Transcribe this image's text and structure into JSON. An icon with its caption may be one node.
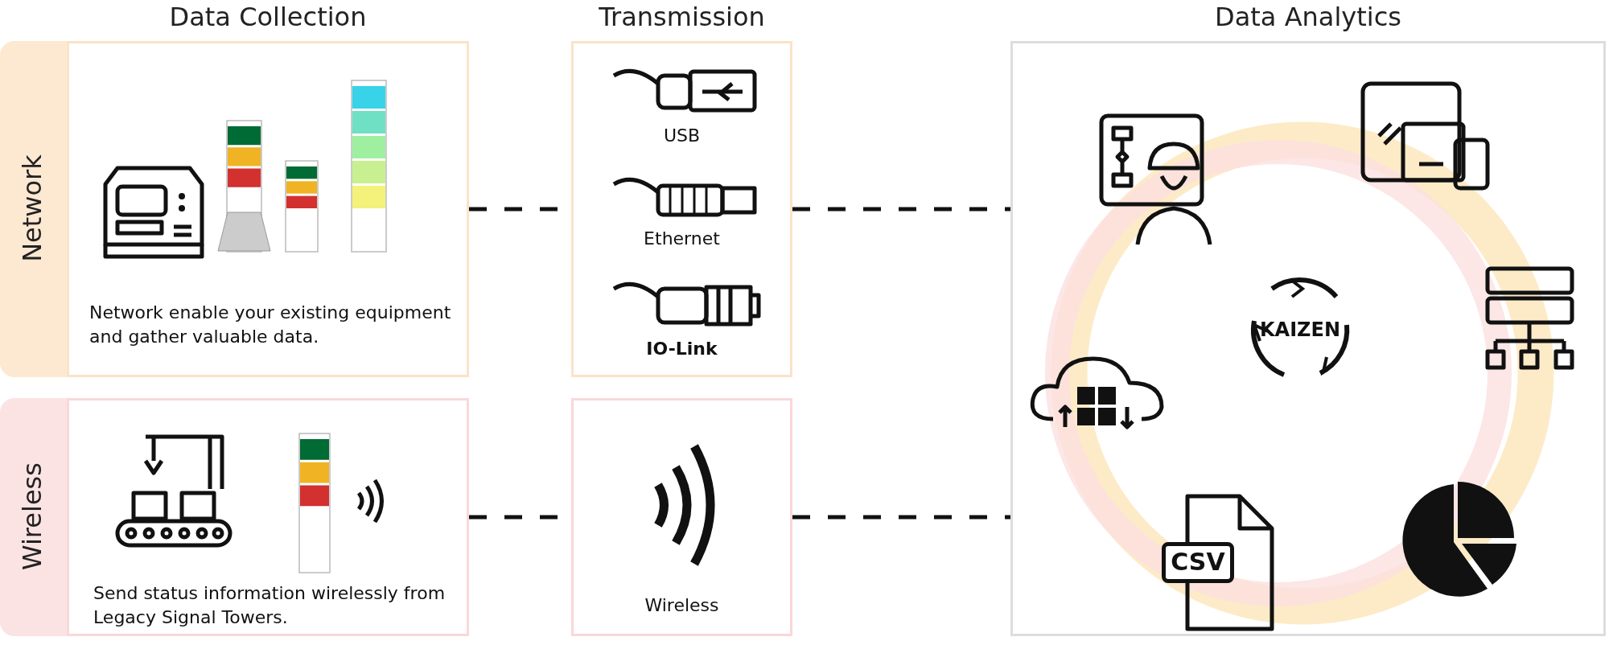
{
  "diagram": {
    "nodes": [
      {
        "text": [
          "Network enable your existing equipment and gather valuable data."
        ]
      },
      {
        "text": [
          "USB",
          "Ethernet",
          "IO-Link"
        ]
      },
      {
        "text": [
          "KAIZEN",
          "CSV"
        ]
      },
      {
        "text": [
          "Send status information wirelessly from Legacy Signal Towers."
        ]
      },
      {
        "text": [
          "Wireless"
        ]
      }
    ],
    "edges": [
      {
        "from": 0,
        "to": 1,
        "arrow": "none",
        "style": "dashed"
      },
      {
        "from": 1,
        "to": 2,
        "arrow": "none",
        "style": "dashed"
      },
      {
        "from": 3,
        "to": 4,
        "arrow": "none",
        "style": "dashed"
      },
      {
        "from": 4,
        "to": 2,
        "arrow": "none",
        "style": "dashed"
      }
    ],
    "labels": [
      "Data Collection",
      "Transmission",
      "Data Analytics",
      "Network",
      "Wireless"
    ]
  }
}
